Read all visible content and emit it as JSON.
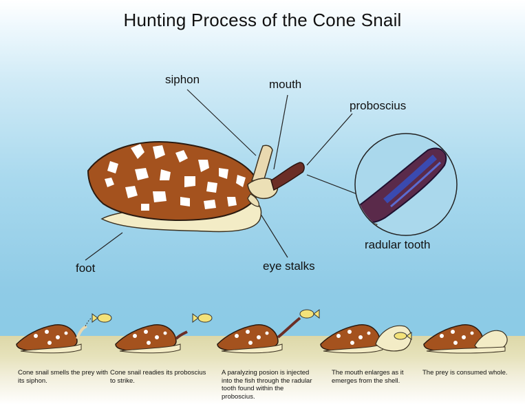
{
  "title": "Hunting Process of the Cone Snail",
  "labels": {
    "siphon": "siphon",
    "mouth": "mouth",
    "proboscius": "proboscius",
    "radular_tooth": "radular tooth",
    "foot": "foot",
    "eye_stalks": "eye stalks"
  },
  "steps": [
    "Cone snail smells the prey with its siphon.",
    "Cone snail readies its proboscius to strike.",
    "A paralyzing posion is injected into the fish through the radular tooth found within the proboscius.",
    "The mouth enlarges as it emerges from the shell.",
    "The prey is consumed whole."
  ],
  "colors": {
    "shell_brown": "#a4521e",
    "shell_spots": "#ffffff",
    "foot": "#f3ecc6",
    "proboscis": "#6b2e26",
    "radular_tooth": "#3a4ab0",
    "fish": "#f3e27a"
  }
}
